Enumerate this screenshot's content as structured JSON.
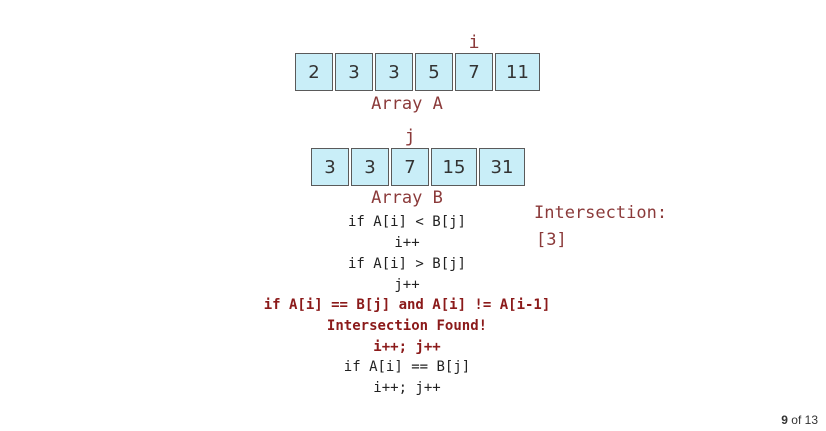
{
  "array_a": {
    "label": "Array A",
    "pointer": "i",
    "pointer_index": 4,
    "values": [
      "2",
      "3",
      "3",
      "5",
      "7",
      "11"
    ]
  },
  "array_b": {
    "label": "Array B",
    "pointer": "j",
    "pointer_index": 2,
    "values": [
      "3",
      "3",
      "7",
      "15",
      "31"
    ]
  },
  "code": {
    "lines": [
      {
        "text": "if A[i] < B[j]",
        "highlight": false
      },
      {
        "text": "i++",
        "highlight": false
      },
      {
        "text": "if A[i] > B[j]",
        "highlight": false
      },
      {
        "text": "j++",
        "highlight": false
      },
      {
        "text": "if A[i] == B[j] and A[i] != A[i-1]",
        "highlight": true
      },
      {
        "text": "Intersection Found!",
        "highlight": true
      },
      {
        "text": "i++; j++",
        "highlight": true
      },
      {
        "text": "if A[i] == B[j]",
        "highlight": false
      },
      {
        "text": "i++; j++",
        "highlight": false
      }
    ]
  },
  "result": {
    "title": "Intersection:",
    "value": "[3]"
  },
  "pager": {
    "current": "9",
    "separator": "of",
    "total": "13"
  },
  "colors": {
    "cell_fill": "#c9eef8",
    "cell_border": "#5a5a5a",
    "accent": "#8b3a3a",
    "highlight_code": "#8b1a1a"
  }
}
